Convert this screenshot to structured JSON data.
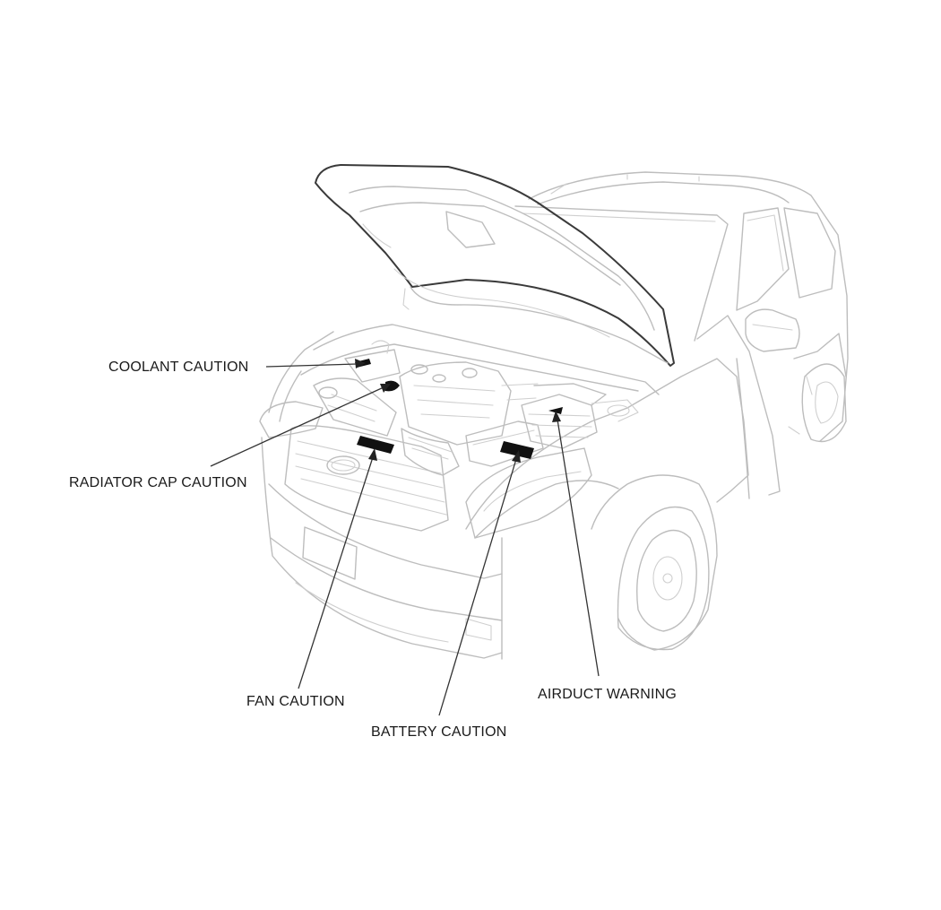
{
  "callouts": {
    "coolant": "COOLANT CAUTION",
    "radiator_cap": "RADIATOR CAP CAUTION",
    "fan": "FAN CAUTION",
    "battery": "BATTERY CAUTION",
    "airduct": "AIRDUCT WARNING"
  }
}
